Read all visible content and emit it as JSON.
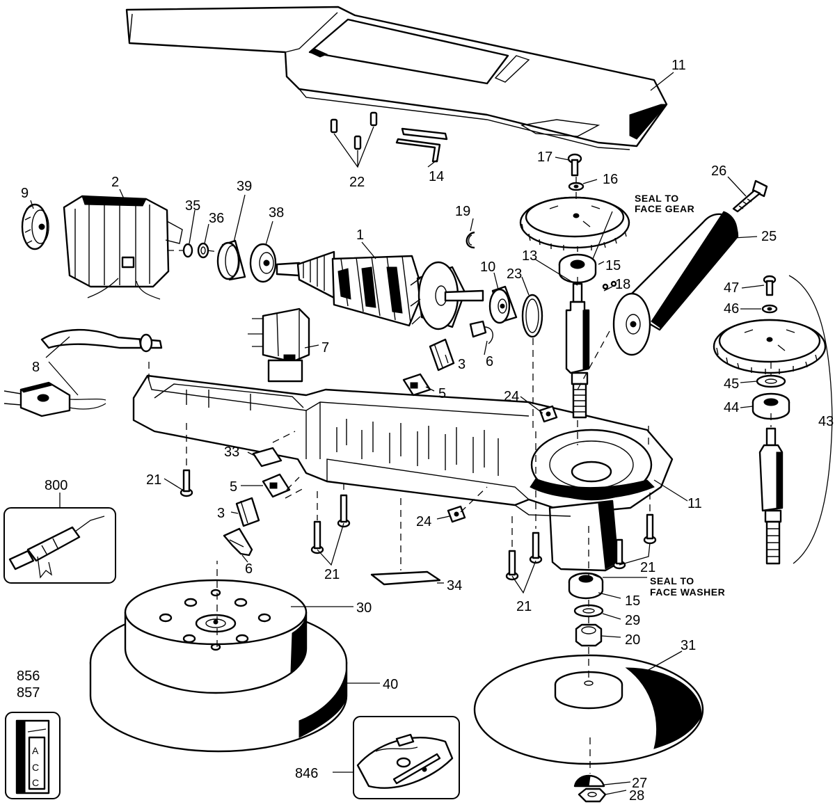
{
  "labels": {
    "l_11_top": "11",
    "l_17": "17",
    "l_16": "16",
    "l_22": "22",
    "l_14": "14",
    "l_26": "26",
    "l_9": "9",
    "l_2": "2",
    "l_35": "35",
    "l_36": "36",
    "l_39": "39",
    "l_38": "38",
    "l_19": "19",
    "l_1": "1",
    "l_25": "25",
    "l_13": "13",
    "l_15_top": "15",
    "l_18": "18",
    "l_10": "10",
    "l_23": "23",
    "l_47": "47",
    "l_46": "46",
    "l_7": "7",
    "l_8": "8",
    "l_3_top": "3",
    "l_6_top": "6",
    "l_5_top": "5",
    "l_24_top": "24",
    "l_45": "45",
    "l_44": "44",
    "l_43": "43",
    "l_33": "33",
    "l_21_left": "21",
    "l_800": "800",
    "l_5_bottom": "5",
    "l_3_bottom": "3",
    "l_6_bottom": "6",
    "l_24_bottom": "24",
    "l_11_bottom": "11",
    "l_21_center": "21",
    "l_21_right_a": "21",
    "l_21_right_b": "21",
    "l_34": "34",
    "l_15_bottom": "15",
    "l_29": "29",
    "l_20": "20",
    "l_30": "30",
    "l_31": "31",
    "l_40": "40",
    "l_856": "856",
    "l_857": "857",
    "l_846": "846",
    "l_27": "27",
    "l_28": "28"
  },
  "notes": {
    "seal_gear_1": "SEAL TO",
    "seal_gear_2": "FACE GEAR",
    "seal_washer_1": "SEAL TO",
    "seal_washer_2": "FACE WASHER"
  },
  "inset_856": {
    "letters": [
      "A",
      "C",
      "C"
    ]
  }
}
